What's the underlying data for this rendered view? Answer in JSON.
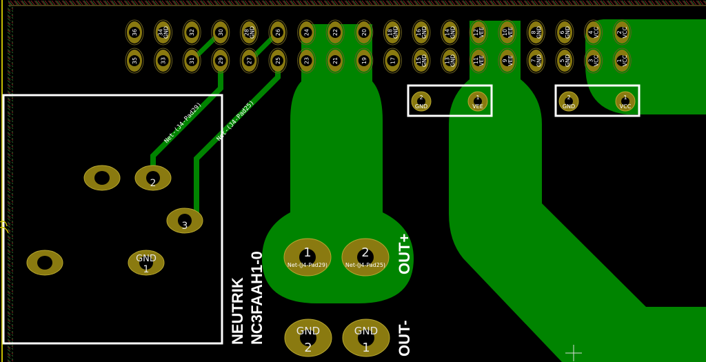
{
  "colors": {
    "background": "#000000",
    "copper": "#008400",
    "pad": "#8a7a10",
    "pad_ring": "#b8a830",
    "silkscreen": "#ffffff",
    "edge": "#c8c000"
  },
  "header_pins": {
    "top_row": [
      {
        "num": "36",
        "net": ""
      },
      {
        "num": "34",
        "net": "GND"
      },
      {
        "num": "32",
        "net": ""
      },
      {
        "num": "30",
        "net": ""
      },
      {
        "num": "28",
        "net": "GND"
      },
      {
        "num": "26",
        "net": ""
      },
      {
        "num": "24",
        "net": ""
      },
      {
        "num": "22",
        "net": ""
      },
      {
        "num": "20",
        "net": ""
      },
      {
        "num": "18",
        "net": "GND"
      },
      {
        "num": "16",
        "net": "GND"
      },
      {
        "num": "14",
        "net": "GND"
      },
      {
        "num": "12",
        "net": "VEE"
      },
      {
        "num": "10",
        "net": "VEE"
      },
      {
        "num": "8",
        "net": "GND"
      },
      {
        "num": "6",
        "net": "GND"
      },
      {
        "num": "4",
        "net": "VCC"
      },
      {
        "num": "2",
        "net": "VCC"
      }
    ],
    "bottom_row": [
      {
        "num": "35",
        "net": ""
      },
      {
        "num": "33",
        "net": ""
      },
      {
        "num": "31",
        "net": ""
      },
      {
        "num": "29",
        "net": ""
      },
      {
        "num": "27",
        "net": ""
      },
      {
        "num": "25",
        "net": ""
      },
      {
        "num": "23",
        "net": ""
      },
      {
        "num": "21",
        "net": ""
      },
      {
        "num": "19",
        "net": ""
      },
      {
        "num": "17",
        "net": ""
      },
      {
        "num": "15",
        "net": "GND"
      },
      {
        "num": "13",
        "net": "GND"
      },
      {
        "num": "11",
        "net": "VEE"
      },
      {
        "num": "9",
        "net": "VEE"
      },
      {
        "num": "7",
        "net": "GND"
      },
      {
        "num": "5",
        "net": "GND"
      },
      {
        "num": "3",
        "net": "VCC"
      },
      {
        "num": "1",
        "net": "VCC"
      }
    ]
  },
  "power_connectors": [
    {
      "pads": [
        {
          "num": "2",
          "net": "GND"
        },
        {
          "num": "1",
          "net": "VEE"
        }
      ]
    },
    {
      "pads": [
        {
          "num": "2",
          "net": "GND"
        },
        {
          "num": "1",
          "net": "VCC"
        }
      ]
    }
  ],
  "xlr": {
    "pad2": "2",
    "pad3": "3",
    "gnd_pad_net": "GND",
    "gnd_pad_num": "1",
    "ref_line1": "NEUTRIK",
    "ref_line2": "NC3FAAH1-0"
  },
  "traces": {
    "label_a": "Net-(J4-Pad29)",
    "label_b": "Net-(J4-Pad25)"
  },
  "output_pads": {
    "out_plus_label": "OUT+",
    "out_minus_label": "OUT-",
    "pad1_num": "1",
    "pad1_net": "Net-(J4-Pad29)",
    "pad2_num": "2",
    "pad2_net": "Net-(J4-Pad25)",
    "gnd2_net": "GND",
    "gnd2_num": "2",
    "gnd1_net": "GND",
    "gnd1_num": "1"
  }
}
